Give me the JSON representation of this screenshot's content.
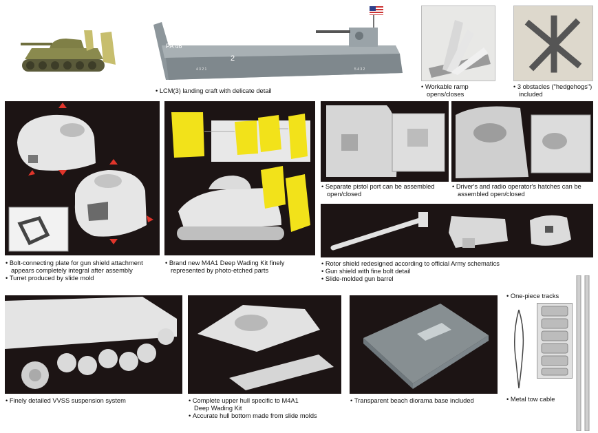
{
  "top": {
    "landing_craft_caption": "LCM(3) landing craft with delicate detail",
    "landing_craft_hull_marking": "PA 46",
    "landing_craft_hull_number": "2",
    "landing_craft_bow_numbers_left": "4 3 2 1",
    "landing_craft_bow_numbers_right": "5 4 3 2",
    "ramp_caption": [
      "Workable ramp",
      "opens/closes"
    ],
    "obstacles_caption": [
      "3 obstacles (\"hedgehogs\")",
      "included"
    ]
  },
  "row1": {
    "turret_caption": [
      "Bolt-connecting plate for gun shield attachment",
      "appears completely integral after assembly",
      "Turret produced by slide mold"
    ],
    "wading_caption": [
      "Brand new M4A1 Deep Wading Kit finely",
      "represented by photo-etched parts"
    ],
    "pistol_port_caption": [
      "Separate pistol port can be assembled",
      "open/closed"
    ],
    "hatches_caption": [
      "Driver's and radio operator's hatches can be",
      "assembled open/closed"
    ],
    "rotor_caption": [
      "Rotor shield redesigned according to official Army schematics",
      "Gun shield with fine bolt detail",
      "Slide-molded gun barrel"
    ]
  },
  "row2": {
    "suspension_caption": "Finely detailed VVSS suspension system",
    "hull_caption": [
      "Complete upper hull specific to M4A1",
      "Deep Wading Kit",
      "Accurate hull bottom made from slide molds"
    ],
    "diorama_caption": "Transparent beach diorama base included",
    "tracks_caption": "One-piece tracks",
    "cable_caption": "Metal tow cable"
  },
  "colors": {
    "panel_dark": "#1c1414",
    "plastic_grey": "#e6e6e6",
    "wading_yellow": "#f2e21a",
    "tank_olive": "#8a8a4e",
    "arrow_red": "#e0352b",
    "craft_grey": "#9aa3a8"
  }
}
